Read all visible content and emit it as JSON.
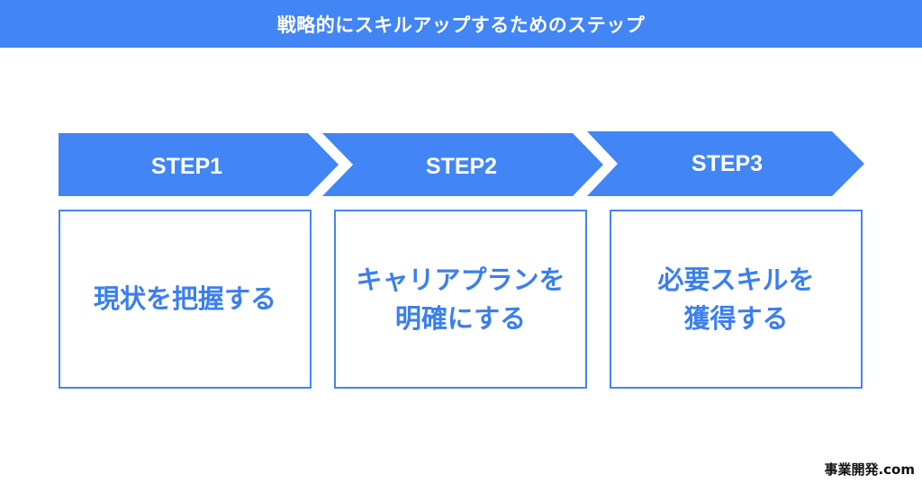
{
  "header": {
    "title": "戦略的にスキルアップするためのステップ"
  },
  "colors": {
    "accent": "#4285f4",
    "text_accent": "#3a7fee"
  },
  "steps": [
    {
      "label": "STEP1",
      "description": "現状を把握する"
    },
    {
      "label": "STEP2",
      "description": "キャリアプランを\n明確にする"
    },
    {
      "label": "STEP3",
      "description": "必要スキルを\n獲得する"
    }
  ],
  "watermark": "事業開発.com"
}
